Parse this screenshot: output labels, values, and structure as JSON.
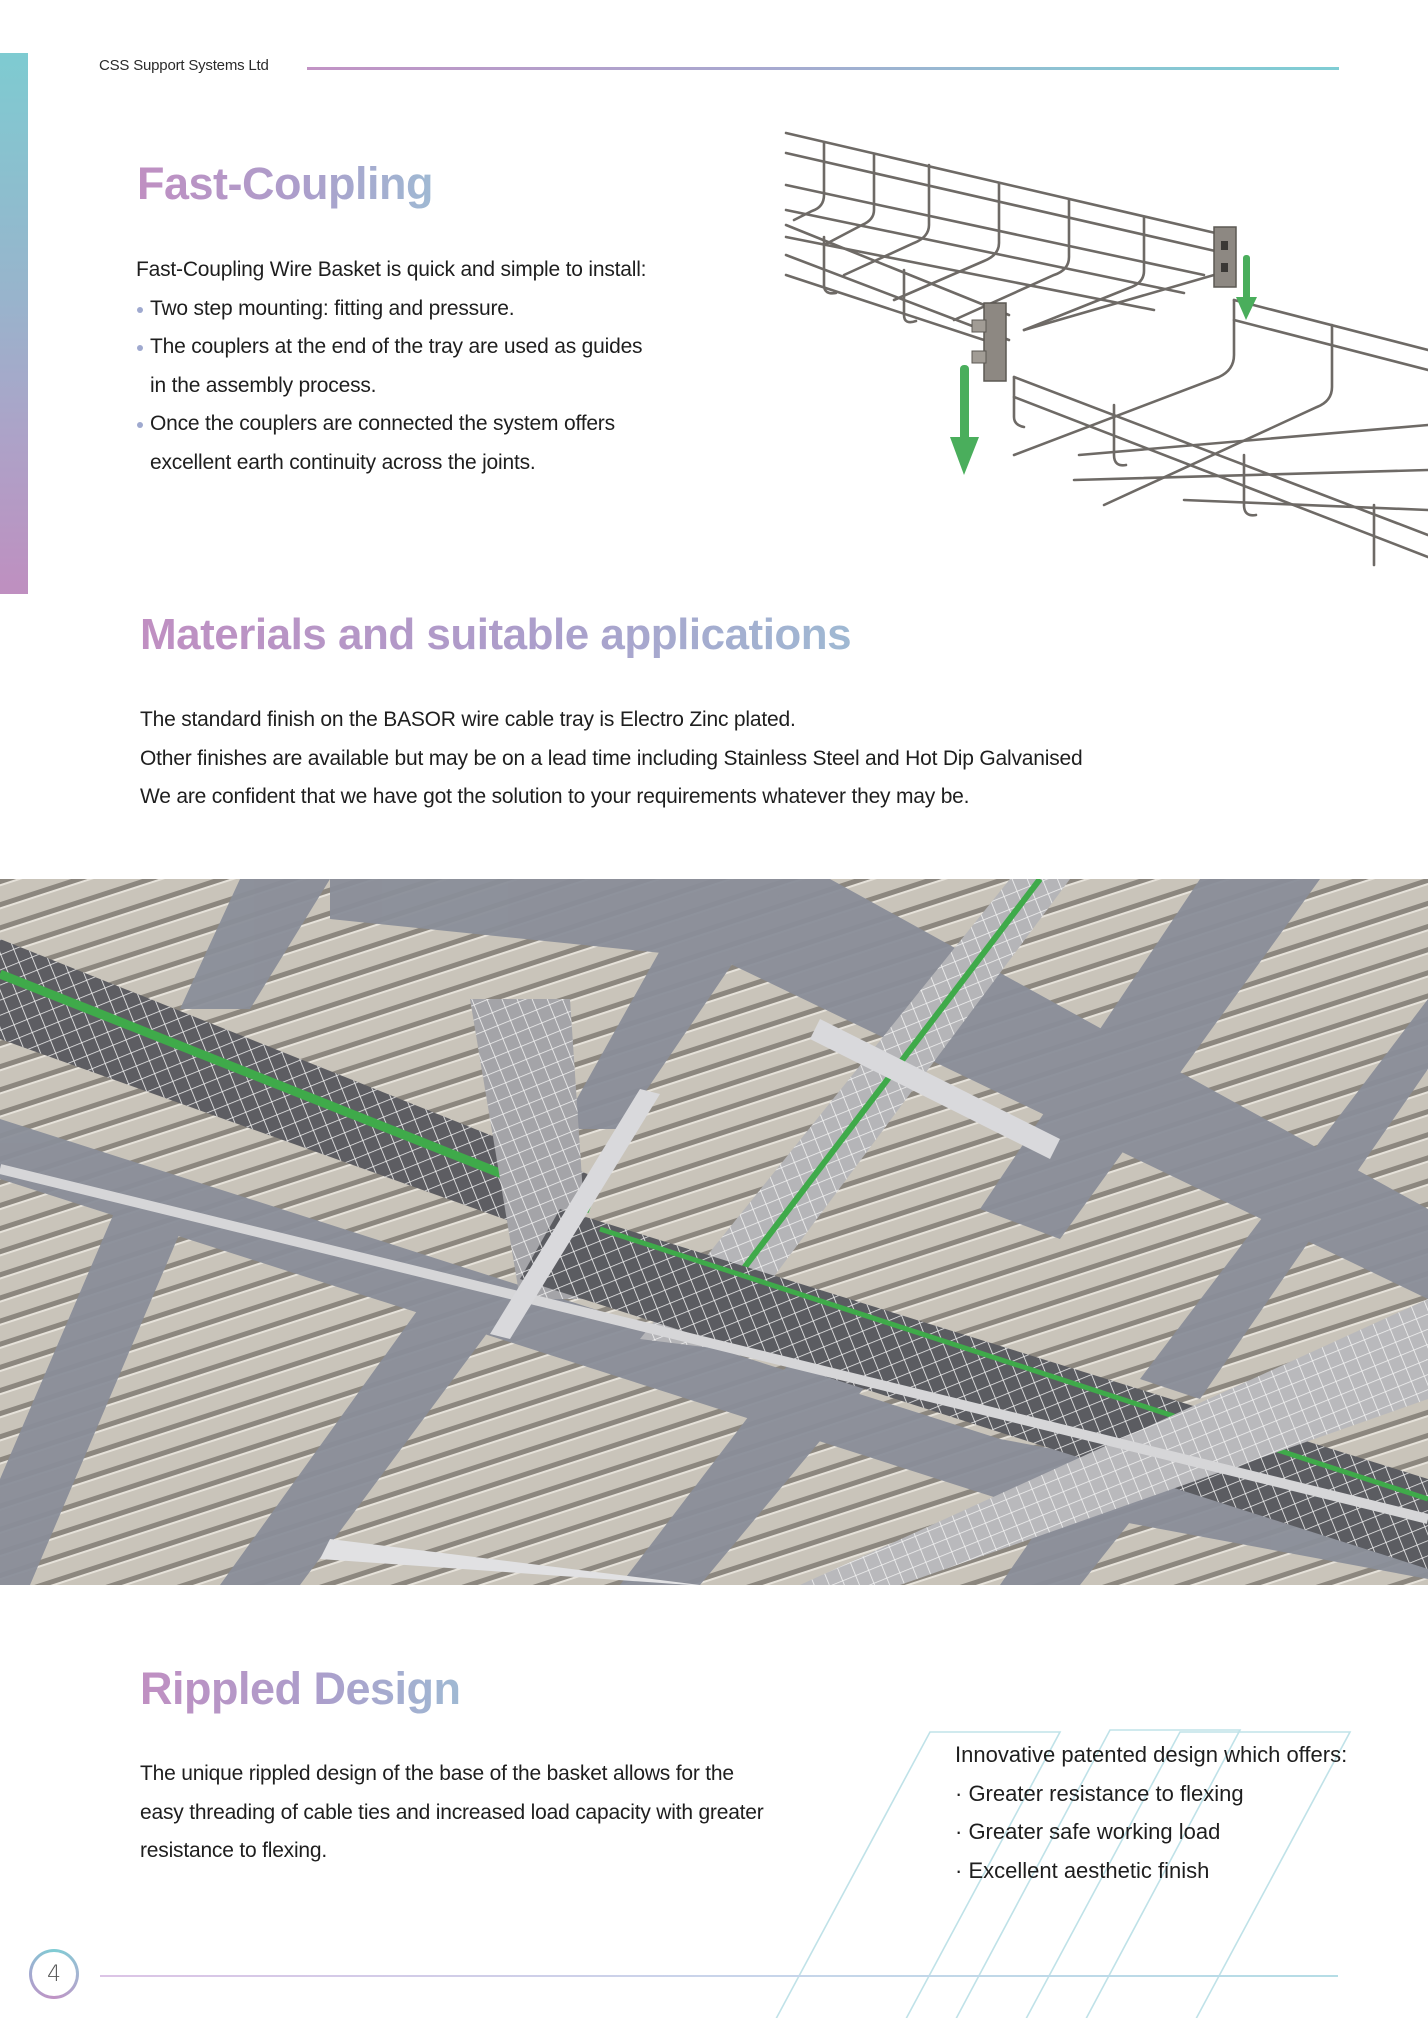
{
  "header": {
    "company": "CSS Support Systems Ltd"
  },
  "fast_coupling": {
    "title": "Fast-Coupling",
    "intro": "Fast-Coupling Wire Basket is quick and simple to install:",
    "bullets": [
      "Two step mounting: fitting and pressure.",
      "The couplers at the end of the tray are used as guides",
      "Once the couplers are connected the system offers"
    ],
    "bullet_continuations": [
      "",
      "in the assembly process.",
      "excellent earth continuity across the joints."
    ],
    "image": {
      "description": "wire-basket-cable-tray-coupling-render",
      "arrow_color": "#4aae5c"
    }
  },
  "materials": {
    "title": "Materials and suitable applications",
    "lines": [
      "The standard finish on the BASOR wire cable tray is Electro Zinc plated.",
      "Other finishes are available but may be on a lead time including Stainless Steel and  Hot Dip Galvanised",
      "We are confident that we have got the solution to your requirements whatever they may be."
    ]
  },
  "photo": {
    "description": "ceiling-installed-wire-cable-trays-photo"
  },
  "rippled": {
    "title": "Rippled Design",
    "body_lines": [
      "The unique rippled design of the base of the basket allows for the",
      "easy threading of cable ties and increased load capacity with greater",
      "resistance to flexing."
    ],
    "list_title": "Innovative patented design which offers:",
    "list_items": [
      "· Greater resistance to flexing",
      "· Greater safe working load",
      "· Excellent aesthetic finish"
    ]
  },
  "footer": {
    "page_number": "4"
  },
  "colors": {
    "heading_gradient_start": "#c08fc2",
    "heading_gradient_end": "#9fb9d3",
    "accent_teal": "#7fcdd4",
    "accent_purple": "#c093c5",
    "bullet": "#9fa9cf"
  }
}
